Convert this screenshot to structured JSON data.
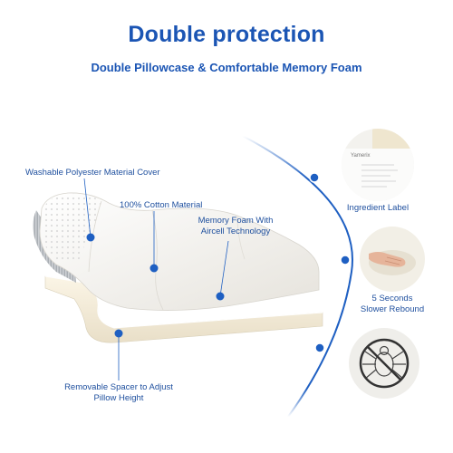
{
  "header": {
    "title": "Double protection",
    "subtitle": "Double Pillowcase & Comfortable Memory Foam"
  },
  "callouts": {
    "cover": "Washable Polyester Material Cover",
    "cotton": "100% Cotton Material",
    "foam_line1": "Memory Foam With",
    "foam_line2": "Aircell Technology",
    "spacer_line1": "Removable Spacer to Adjust",
    "spacer_line2": "Pillow Height"
  },
  "features": {
    "label_brand": "Yamerix",
    "ingredient": "Ingredient Label",
    "rebound_line1": "5 Seconds",
    "rebound_line2": "Slower Rebound"
  },
  "colors": {
    "brand_blue": "#1b55b4",
    "dot_blue": "#1e5fc2",
    "pillow": "#f1efe9",
    "spacer": "#f4ecd9"
  }
}
